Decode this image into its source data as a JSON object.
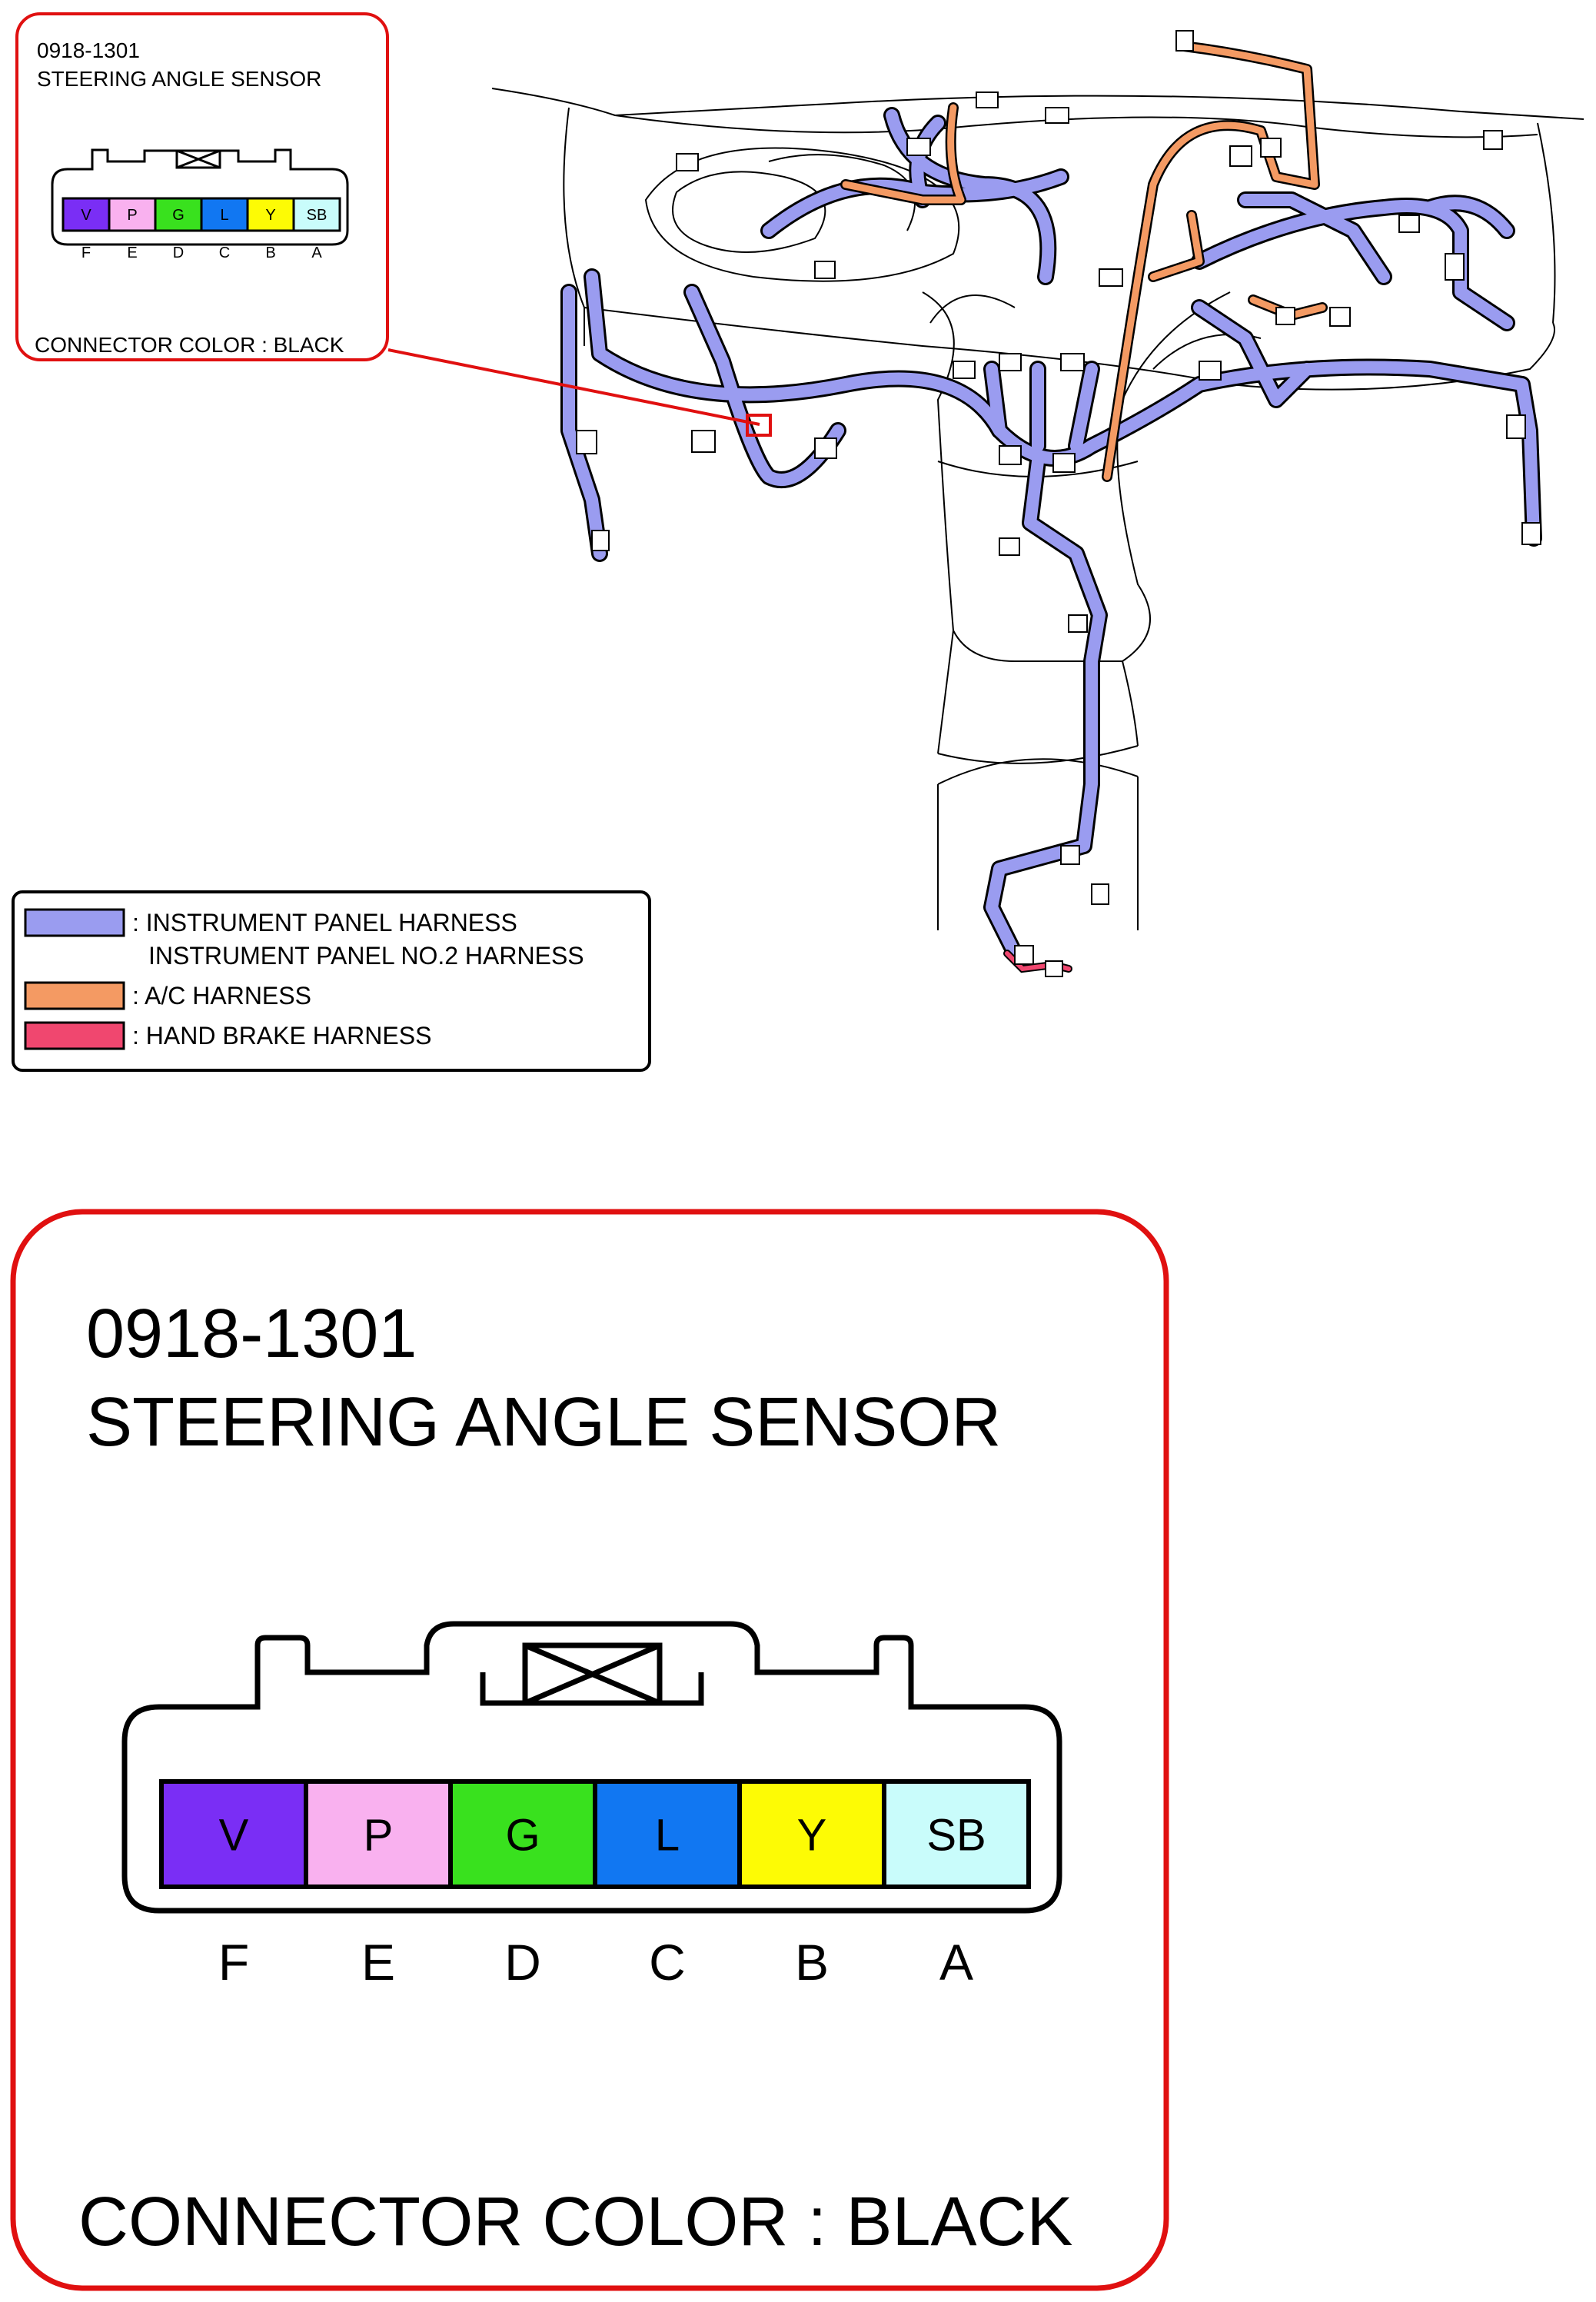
{
  "connector": {
    "code": "0918-1301",
    "name": "STEERING ANGLE SENSOR",
    "color_note": "CONNECTOR COLOR : BLACK",
    "pins": [
      {
        "wire": "V",
        "label": "F",
        "fill": "#7a2ef5"
      },
      {
        "wire": "P",
        "label": "E",
        "fill": "#f9b1ef"
      },
      {
        "wire": "G",
        "label": "D",
        "fill": "#39e11e"
      },
      {
        "wire": "L",
        "label": "C",
        "fill": "#1177f2"
      },
      {
        "wire": "Y",
        "label": "B",
        "fill": "#fdfb05"
      },
      {
        "wire": "SB",
        "label": "A",
        "fill": "#c9fcfb"
      }
    ]
  },
  "legend": {
    "items": [
      {
        "lines": [
          ": INSTRUMENT PANEL HARNESS",
          "INSTRUMENT PANEL NO.2 HARNESS"
        ],
        "color": "#9a9cf0"
      },
      {
        "lines": [
          ": A/C HARNESS"
        ],
        "color": "#f49a63"
      },
      {
        "lines": [
          ": HAND BRAKE HARNESS"
        ],
        "color": "#f0476f"
      }
    ]
  },
  "colors": {
    "callout_border": "#e01010",
    "instrument_harness": "#9a9cf0",
    "ac_harness": "#f49a63",
    "hand_brake_harness": "#f0476f"
  }
}
